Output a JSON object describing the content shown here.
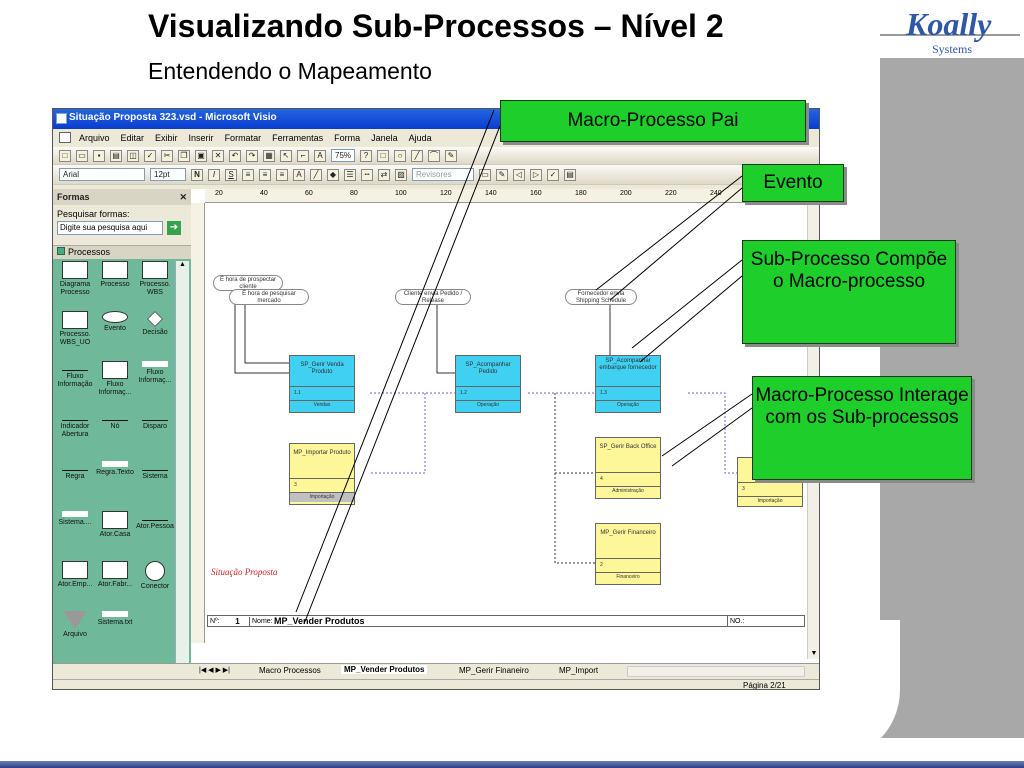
{
  "slide": {
    "title": "Visualizando Sub-Processos – Nível 2",
    "subtitle": "Entendendo o Mapeamento",
    "logo": {
      "name": "Koally",
      "sub": "Systems"
    }
  },
  "visio": {
    "window_title": "Situação Proposta 323.vsd - Microsoft Visio",
    "menu": [
      "Arquivo",
      "Editar",
      "Exibir",
      "Inserir",
      "Formatar",
      "Ferramentas",
      "Forma",
      "Janela",
      "Ajuda"
    ],
    "font_name": "Arial",
    "font_size": "12pt",
    "zoom": "75%",
    "revisores_label": "Revisores",
    "shapes_panel": {
      "title": "Formas",
      "search_label": "Pesquisar formas:",
      "search_placeholder": "Digite sua pesquisa aqui",
      "stencil_name": "Processos",
      "items": [
        "Diagrama Processo",
        "Processo",
        "Processo. WBS",
        "Processo. WBS_UO",
        "Evento",
        "Decisão",
        "Fluxo Informação",
        "Fluxo Informaç...",
        "Fluxo Informaç...",
        "Indicador Abertura",
        "Nó",
        "Disparo",
        "Regra",
        "Regra.Texto",
        "Sistema",
        "Sistema....",
        "Ator.Casa",
        "Ator.Pessoa",
        "Ator.Emp...",
        "Ator.Fabr...",
        "Conector",
        "Arquivo",
        "Sistema.txt"
      ]
    },
    "ruler_labels": [
      "20",
      "40",
      "60",
      "80",
      "100",
      "120",
      "140",
      "160",
      "180",
      "200",
      "220",
      "240"
    ],
    "diagram": {
      "events": [
        "É hora de prospectar cliente",
        "É hora de pesquisar mercado",
        "Cliente envia Pedido / Release",
        "Fornecedor envia Shipping Schedule"
      ],
      "processes": [
        {
          "name": "SP_Gerir Venda Produto",
          "num": "1.1",
          "area": "Vendas"
        },
        {
          "name": "SP_Acompanhar Pedido",
          "num": "1.2",
          "area": "Operação"
        },
        {
          "name": "SP_Acompanhar embarque fornecedor",
          "num": "1.3",
          "area": "Operação"
        },
        {
          "name": "MP_Importar Produto",
          "num": "3",
          "area": "Importação"
        },
        {
          "name": "SP_Gerir Back Office",
          "num": "4",
          "area": "Administração"
        },
        {
          "name": "MP_Gerir Financeiro",
          "num": "2",
          "area": "Financeiro"
        },
        {
          "name": "",
          "num": "3",
          "area": "Importação"
        }
      ],
      "page_label": "Situação Proposta",
      "footer_num_label": "Nº:",
      "footer_num": "1",
      "footer_name_label": "Nome:",
      "footer_name": "MP_Vender Produtos",
      "footer_no_label": "NO.:"
    },
    "tabs": [
      "Macro Processos",
      "MP_Vender Produtos",
      "MP_Gerir Finaneiro",
      "MP_Import"
    ],
    "status": "Página 2/21"
  },
  "callouts": {
    "pai": "Macro-Processo Pai",
    "evento": "Evento",
    "sub": "Sub-Processo Compõe o Macro-processo",
    "interage": "Macro-Processo Interage com os Sub-processos"
  },
  "colors": {
    "callout_green": "#1ecf2c",
    "process_blue": "#3fd0f2",
    "process_yellow": "#fdf79a"
  }
}
